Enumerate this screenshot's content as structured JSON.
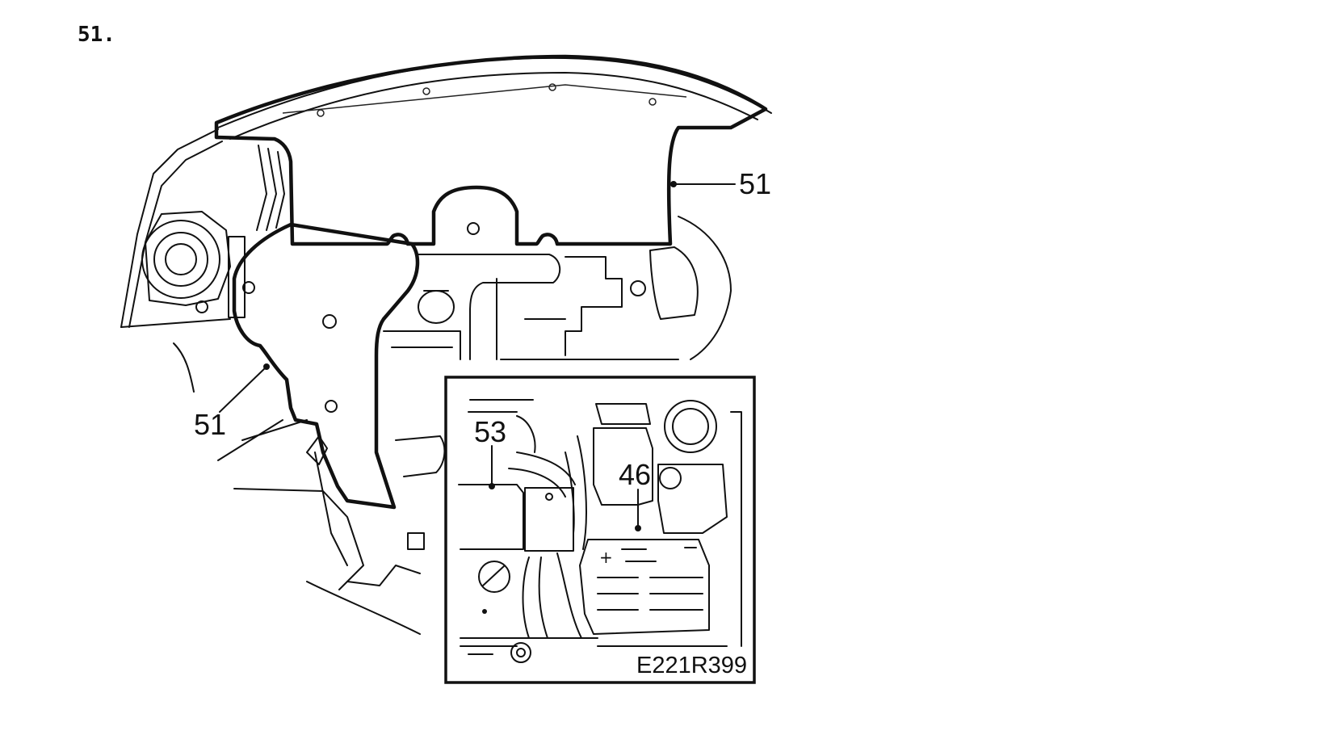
{
  "step": {
    "number": "51."
  },
  "callouts": {
    "upper_shield": "51",
    "lower_shield": "51",
    "inset_left": "53",
    "inset_battery": "46"
  },
  "inset": {
    "figure_code": "E221R399"
  },
  "colors": {
    "line": "#111111",
    "background": "#ffffff"
  }
}
